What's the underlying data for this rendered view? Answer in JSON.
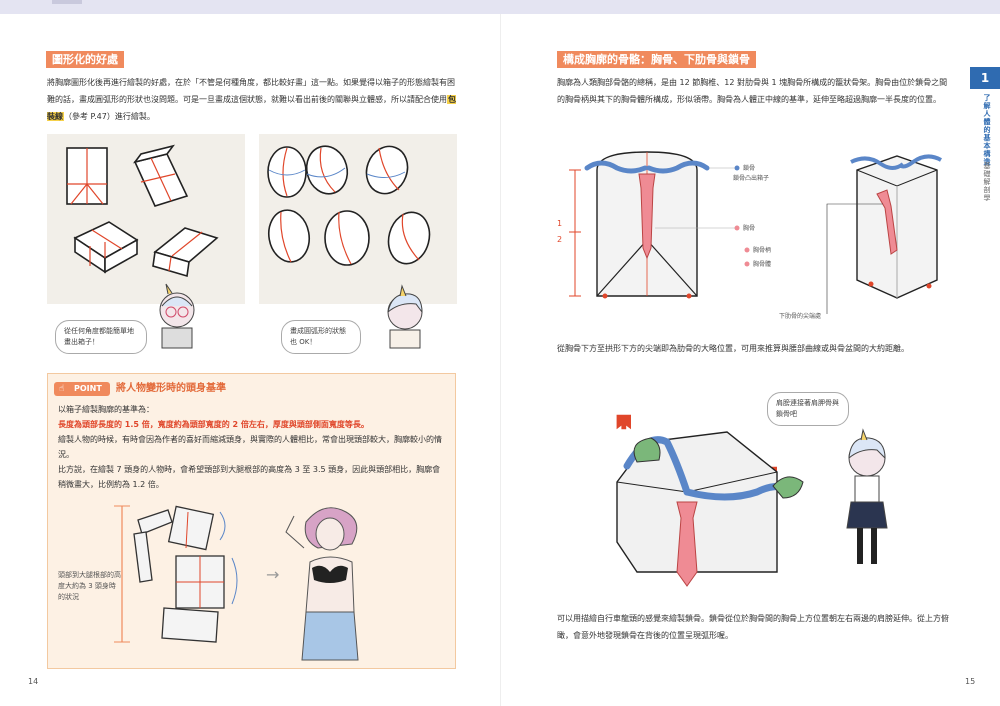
{
  "left_page": {
    "section_title": "圖形化的好處",
    "paragraph": {
      "part1": "將胸廓圖形化後再進行繪製的好處，在於「不管是何種角度，都比較好畫」這一點。如果覺得以箱子的形態繪製有困難的話，畫成圓弧形的形狀也沒問題。可是一旦畫成這個狀態，就難以看出前後的關聯與立體感，所以請配合使用",
      "highlight": "包裝線",
      "part2": "（參考 P.47）進行繪製。"
    },
    "bubble_box": "從任何角度都能簡單地畫出箱子！",
    "bubble_egg": "畫成圓弧形的狀態也 OK！",
    "point": {
      "tag": "POINT",
      "heading": "將人物變形時的頭身基準",
      "line1": "以箱子繪製胸廓的基準為：",
      "line2_red": "長度為頭部長度的 1.5 倍，寬度約為頭部寬度的 2 倍左右，厚度與頭部側面寬度等長。",
      "line3": "繪製人物的時候，有時會因為作者的喜好而縮減頭身，與實際的人體相比，常會出現頭部較大，胸廓較小的情況。",
      "line4": "比方說，在繪製 7 頭身的人物時，會希望頭部到大腿根部的高度為 3 至 3.5 頭身，因此與頭部相比，胸廓會稍微畫大，比例約為 1.2 倍。",
      "note": "頭部到大腿根部的高度大約為 3 頭身時的狀況"
    },
    "page_number": "14"
  },
  "right_page": {
    "section_title": "構成胸廓的骨骼：胸骨、下肋骨與鎖骨",
    "paragraph": "胸廓為人類胸部骨骼的總稱，是由 12 節胸椎、12 對肋骨與 1 塊胸骨所構成的籠狀骨架。胸骨由位於鎖骨之間的胸骨柄與其下的胸骨體所構成，形似領帶。胸骨為人體正中線的基準，延伸至略超過胸廓一半長度的位置。",
    "labels": {
      "clavicle": "鎖骨",
      "clavicle_sub": "鎖骨凸出箱子",
      "sternum": "胸骨",
      "manubrium": "胸骨柄",
      "body": "胸骨體",
      "rib_tip": "下肋骨的尖端處",
      "half_top": "1",
      "half_bottom": "2"
    },
    "caption1": "從胸骨下方至拱形下方的尖端即為肋骨的大略位置，可用來推算與腰部曲線或與骨盆間的大約距離。",
    "bubble_bone": "肩膀連接著肩胛骨與鎖骨吧",
    "caption2": "可以用描繪自行車龍頭的感覺來繪製鎖骨。鎖骨從位於胸骨間的胸骨上方位置朝左右兩邊的肩膀延伸。從上方俯瞰，會意外地發現鎖骨在背後的位置呈現弧形喔。",
    "chapter_number": "1",
    "chapter_title": "了解人體的基本構造",
    "chapter_sub": "基礎解剖學",
    "page_number": "15"
  },
  "colors": {
    "accent_orange": "#f08a5d",
    "highlight_yellow": "#f7d24a",
    "red_text": "#e0462a",
    "clavicle_blue": "#5a86c8",
    "sternum_pink": "#ef8b94",
    "chapter_blue": "#2f6bb1"
  }
}
